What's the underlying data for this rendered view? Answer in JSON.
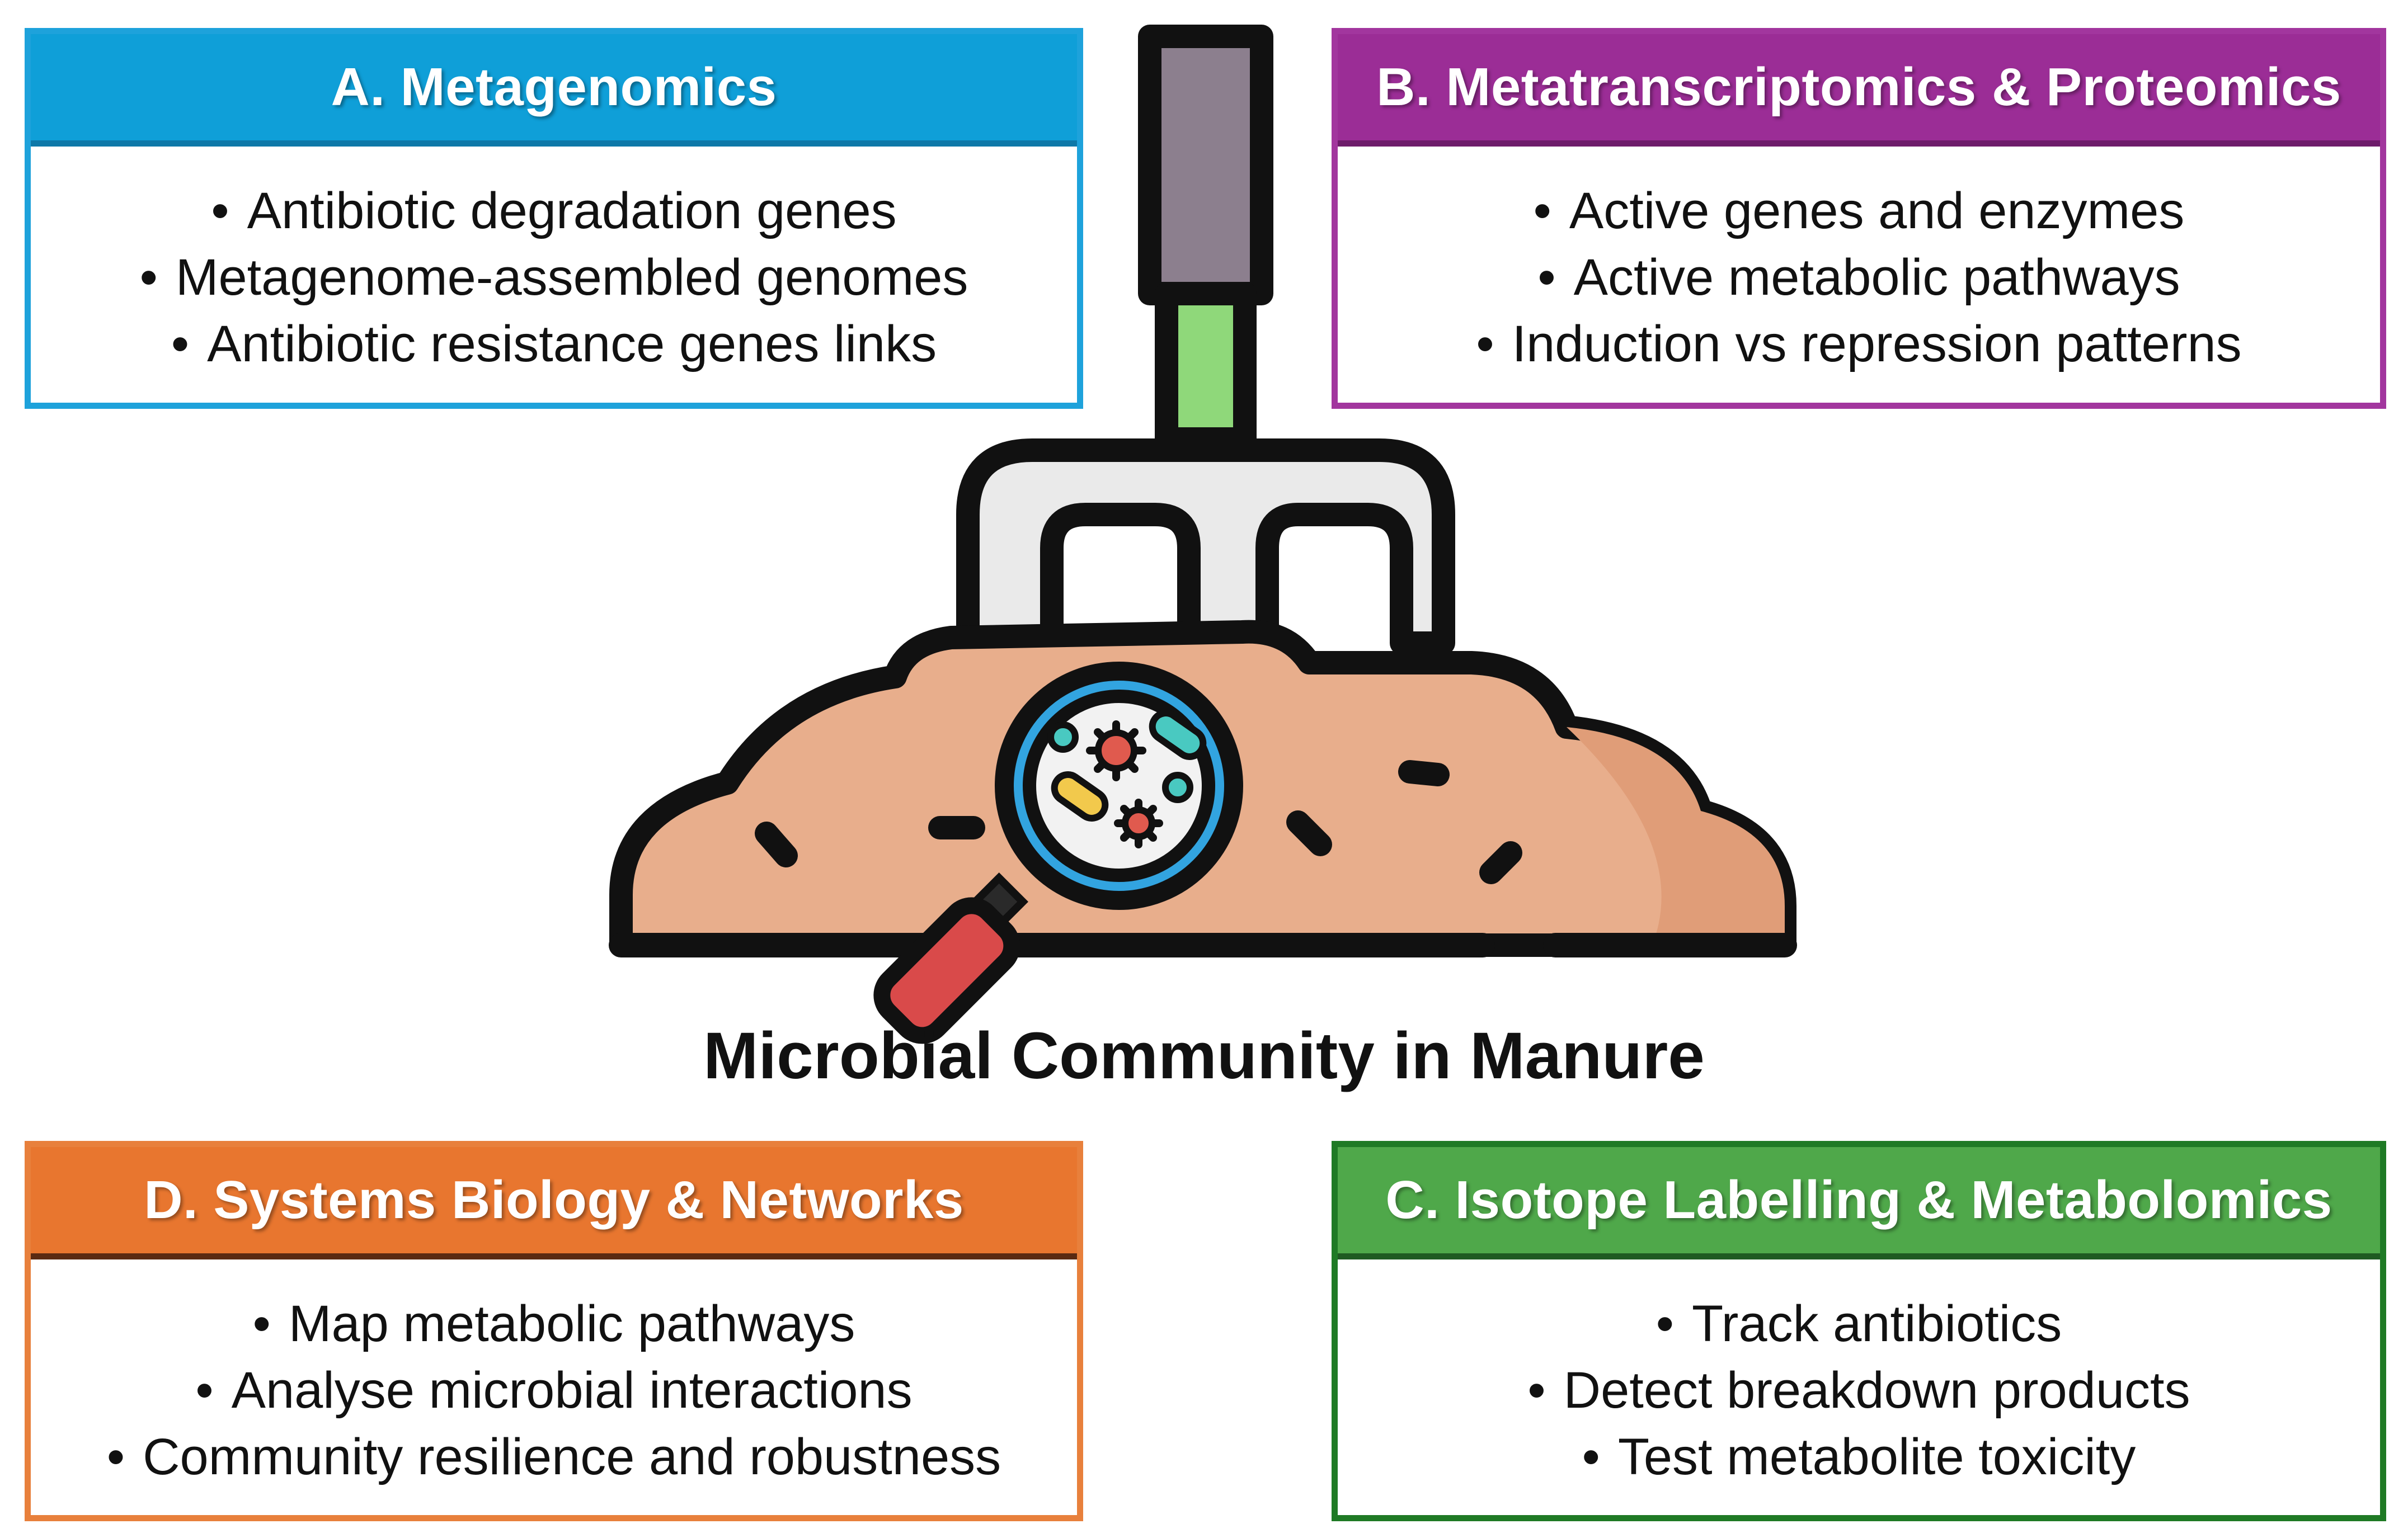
{
  "panels": {
    "a": {
      "title": "A. Metagenomics",
      "color": "#0f9fd8",
      "items": [
        "Antibiotic degradation genes",
        "Metagenome-assembled genomes",
        "Antibiotic resistance genes links"
      ]
    },
    "b": {
      "title": "B. Metatranscriptomics & Proteomics",
      "color": "#9b2d96",
      "items": [
        "Active genes and enzymes",
        "Active metabolic pathways",
        "Induction vs repression patterns"
      ]
    },
    "c": {
      "title": "C. Isotope Labelling & Metabolomics",
      "color": "#4fa84a",
      "items": [
        "Track antibiotics",
        "Detect breakdown products",
        "Test metabolite toxicity"
      ]
    },
    "d": {
      "title": "D. Systems Biology & Networks",
      "color": "#e8762f",
      "items": [
        "Map metabolic pathways",
        "Analyse microbial interactions",
        "Community resilience and robustness"
      ]
    }
  },
  "center": {
    "title": "Microbial Community in Manure",
    "icons": [
      "pitchfork-icon",
      "manure-pile-icon",
      "magnifier-icon",
      "microbe-icon"
    ],
    "colors": {
      "manure": "#e8ae8c",
      "manure_shade": "#e09d78",
      "handle": "#8c7f8e",
      "grip": "#8fd87a",
      "fork": "#eaeaea",
      "magnifier_rim": "#32a4e0",
      "magnifier_handle": "#d94a4a",
      "microbe_red": "#e05a4e",
      "microbe_teal": "#49c9c1",
      "microbe_yellow": "#f2c94c"
    }
  }
}
